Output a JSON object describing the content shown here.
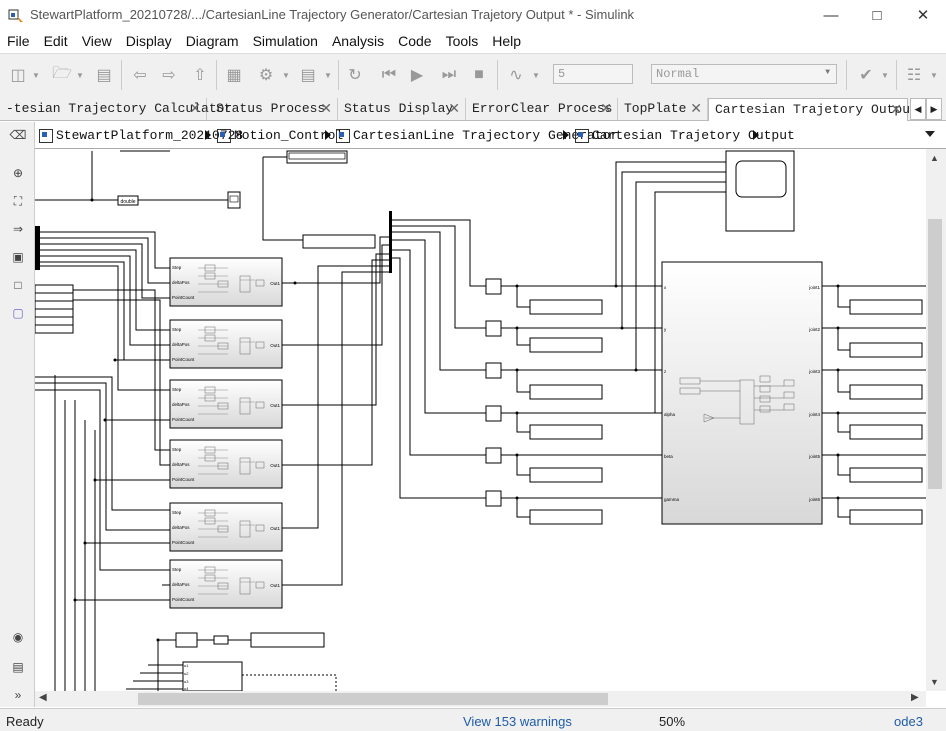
{
  "window": {
    "title": "StewartPlatform_20210728/.../CartesianLine Trajectory Generator/Cartesian Trajetory Output * - Simulink",
    "minimize_icon": "minimize-icon",
    "maximize_icon": "maximize-icon",
    "close_icon": "close-icon"
  },
  "menu": [
    "File",
    "Edit",
    "View",
    "Display",
    "Diagram",
    "Simulation",
    "Analysis",
    "Code",
    "Tools",
    "Help"
  ],
  "toolbar": {
    "stop_time": "5",
    "sim_mode": "Normal"
  },
  "tabs": [
    {
      "label": "-tesian Trajectory Calculator"
    },
    {
      "label": "Status Process"
    },
    {
      "label": "Status Display"
    },
    {
      "label": "ErrorClear Process"
    },
    {
      "label": "TopPlate"
    },
    {
      "label": "Cartesian Trajetory Output",
      "active": true
    }
  ],
  "breadcrumb": [
    "StewartPlatform_20210728",
    "Motion_Control",
    "CartesianLine Trajectory Generator",
    "Cartesian Trajetory Output"
  ],
  "diagram": {
    "subsystem_ports": {
      "in1": "Step",
      "in2": "deltaPos",
      "in3": "PointCount",
      "out": "Out1"
    },
    "big_block_inputs": [
      "x",
      "y",
      "z",
      "alpha",
      "beta",
      "gamma"
    ],
    "big_block_outputs": [
      "joint1",
      "joint2",
      "joint3",
      "joint4",
      "joint5",
      "joint6"
    ],
    "convert_label": "double",
    "mux_inputs": [
      "u1",
      "u2",
      "u3",
      "u4"
    ]
  },
  "status": {
    "state": "Ready",
    "warnings": "View 153 warnings",
    "zoom": "50%",
    "solver": "ode3"
  }
}
